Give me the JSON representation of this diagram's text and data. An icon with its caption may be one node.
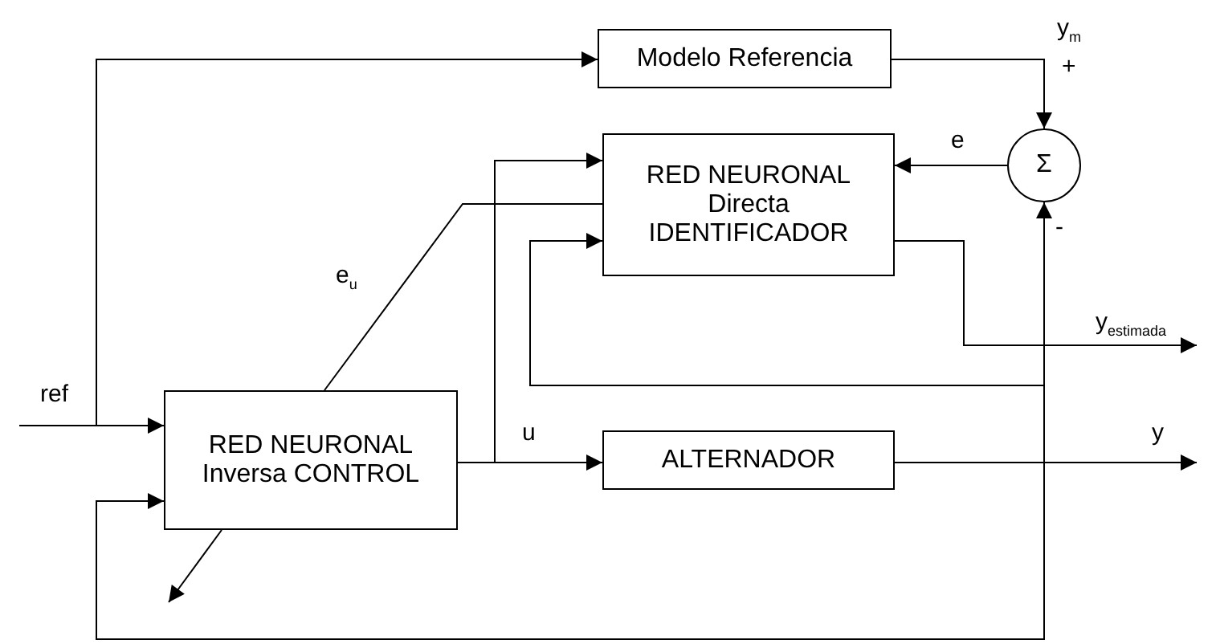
{
  "diagram": {
    "nodes": [
      {
        "text": [
          "Modelo Referencia"
        ]
      },
      {
        "text": [
          "RED NEURONAL Directa IDENTIFICADOR"
        ]
      },
      {
        "text": [
          "Σ"
        ]
      },
      {
        "text": [
          "RED NEURONAL Inversa CONTROL"
        ]
      },
      {
        "text": [
          "ALTERNADOR"
        ]
      }
    ],
    "edges": [
      {
        "from": null,
        "to": 3,
        "arrow": "to",
        "label": "ref"
      },
      {
        "from": null,
        "to": 0,
        "arrow": "to"
      },
      {
        "from": 0,
        "to": 2,
        "arrow": "to",
        "label": "y$_{m}$"
      },
      {
        "from": 2,
        "to": 1,
        "arrow": "to",
        "label": "e"
      },
      {
        "from": 3,
        "to": 4,
        "arrow": "to",
        "label": "u"
      },
      {
        "from": 3,
        "to": 1,
        "arrow": "to"
      },
      {
        "from": 4,
        "to": null,
        "arrow": "to",
        "label": "y"
      },
      {
        "from": 4,
        "to": 2,
        "arrow": "to"
      },
      {
        "from": 4,
        "to": 1,
        "arrow": "to"
      },
      {
        "from": 4,
        "to": 3,
        "arrow": "to"
      },
      {
        "from": 1,
        "to": null,
        "arrow": "to",
        "label": "y$_{estimada}$"
      },
      {
        "from": 1,
        "to": 3,
        "arrow": "none",
        "label": "e$_{u}$"
      }
    ],
    "labels": [
      "+",
      "-"
    ]
  }
}
